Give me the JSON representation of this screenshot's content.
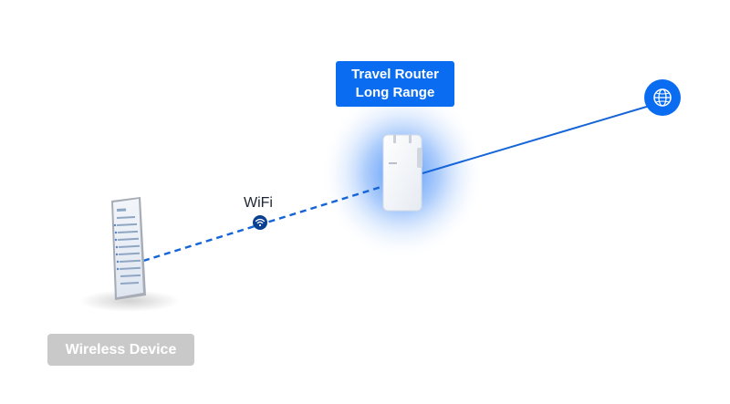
{
  "router_label": {
    "line1": "Travel Router",
    "line2": "Long Range"
  },
  "device_label": "Wireless Device",
  "connection_label": "WiFi",
  "icons": {
    "internet": "globe-icon",
    "wifi": "wifi-icon"
  },
  "colors": {
    "accent": "#0a6cf0",
    "link_line": "#1565d8",
    "device_label_bg": "#c9c9c9",
    "wifi_badge": "#0b3f8f"
  }
}
